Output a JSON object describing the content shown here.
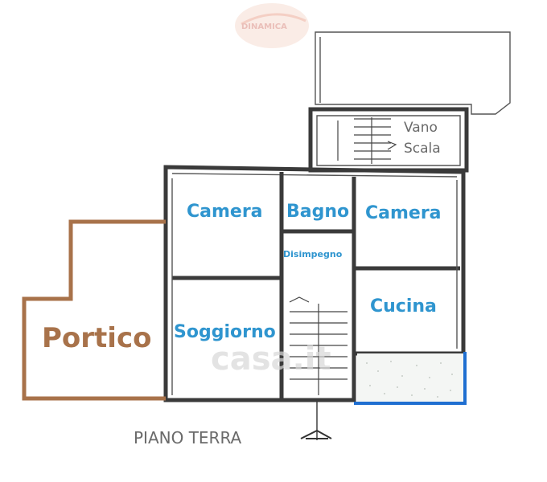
{
  "watermark_top": "DINAMICA",
  "watermark_center": "casa.it",
  "rooms": {
    "camera_left": "Camera",
    "bagno": "Bagno",
    "camera_right": "Camera",
    "disimpegno": "Disimpegno",
    "cucina": "Cucina",
    "soggiorno": "Soggiorno",
    "portico": "Portico",
    "vano_line1": "Vano",
    "vano_line2": "Scala"
  },
  "floor_label": "PIANO TERRA",
  "colors": {
    "room_label": "#2f95cf",
    "portico": "#a8724a",
    "terrace_edge": "#1f6fd1",
    "walls": "#3a3a3a"
  }
}
